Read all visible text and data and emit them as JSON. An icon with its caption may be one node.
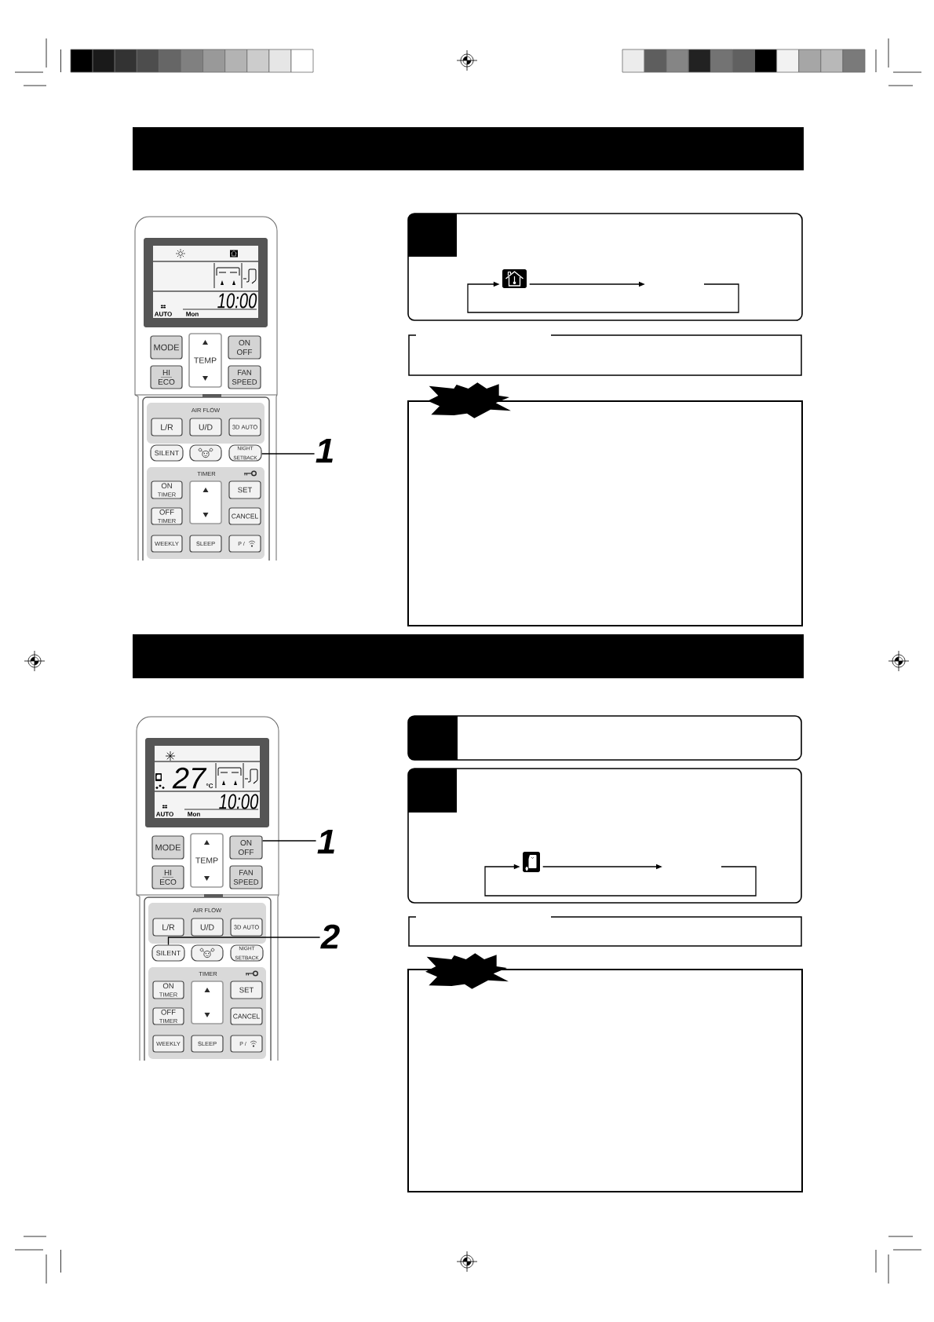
{
  "diagram": {
    "nodes": [
      {
        "text": [],
        "shape": "bar"
      },
      {
        "text": [],
        "shape": "box"
      },
      {
        "text": [
          "10:00",
          "AUTO",
          "Mon"
        ],
        "in": 1
      },
      {
        "text": [
          "MODE"
        ],
        "in": 1
      },
      {
        "text": [
          "TEMP"
        ],
        "in": 1
      },
      {
        "text": [
          "ON OFF"
        ],
        "in": 1
      },
      {
        "text": [
          "HI ECO"
        ],
        "in": 1
      },
      {
        "text": [
          "FAN SPEED"
        ],
        "in": 1
      },
      {
        "text": [
          "AIR FLOW"
        ],
        "in": 1
      },
      {
        "text": [
          "L/R"
        ],
        "in": 8
      },
      {
        "text": [
          "U/D"
        ],
        "in": 8
      },
      {
        "text": [
          "3D AUTO"
        ],
        "in": 8
      },
      {
        "text": [
          "SILENT"
        ],
        "in": 1
      },
      {
        "text": [],
        "shape": "box",
        "in": 1
      },
      {
        "text": [
          "NIGHT SETBACK"
        ],
        "in": 1
      },
      {
        "text": [
          "TIMER"
        ],
        "in": 1
      },
      {
        "text": [
          "ON",
          "TIMER"
        ],
        "in": 15
      },
      {
        "text": [],
        "shape": "box",
        "in": 15
      },
      {
        "text": [
          "SET"
        ],
        "in": 15
      },
      {
        "text": [
          "OFF",
          "TIMER"
        ],
        "in": 15
      },
      {
        "text": [
          "CANCEL"
        ],
        "in": 15
      },
      {
        "text": [
          "WEEKLY"
        ],
        "in": 15
      },
      {
        "text": [
          "SLEEP"
        ],
        "in": 15
      },
      {
        "text": [
          "P /"
        ],
        "in": 15
      },
      {
        "text": [
          "1"
        ]
      },
      {
        "text": [],
        "shape": "box"
      },
      {
        "text": [],
        "shape": "picture",
        "in": 25
      },
      {
        "text": [],
        "shape": "box"
      },
      {
        "text": [],
        "shape": "bar"
      },
      {
        "text": [],
        "shape": "box"
      },
      {
        "text": [
          "27",
          "°C",
          "10:00",
          "AUTO",
          "Mon"
        ],
        "in": 29
      },
      {
        "text": [
          "MODE"
        ],
        "in": 29
      },
      {
        "text": [
          "TEMP"
        ],
        "in": 29
      },
      {
        "text": [
          "ON OFF"
        ],
        "in": 29
      },
      {
        "text": [
          "HI ECO"
        ],
        "in": 29
      },
      {
        "text": [
          "FAN SPEED"
        ],
        "in": 29
      },
      {
        "text": [
          "AIR FLOW"
        ],
        "in": 29
      },
      {
        "text": [
          "L/R"
        ],
        "in": 36
      },
      {
        "text": [
          "U/D"
        ],
        "in": 36
      },
      {
        "text": [
          "3D AUTO"
        ],
        "in": 36
      },
      {
        "text": [
          "SILENT"
        ],
        "in": 29
      },
      {
        "text": [],
        "shape": "box",
        "in": 29
      },
      {
        "text": [
          "NIGHT SETBACK"
        ],
        "in": 29
      },
      {
        "text": [
          "TIMER"
        ],
        "in": 29
      },
      {
        "text": [
          "ON",
          "TIMER"
        ],
        "in": 43
      },
      {
        "text": [],
        "shape": "box",
        "in": 43
      },
      {
        "text": [
          "SET"
        ],
        "in": 43
      },
      {
        "text": [
          "OFF",
          "TIMER"
        ],
        "in": 43
      },
      {
        "text": [
          "CANCEL"
        ],
        "in": 43
      },
      {
        "text": [
          "WEEKLY"
        ],
        "in": 43
      },
      {
        "text": [
          "SLEEP"
        ],
        "in": 43
      },
      {
        "text": [
          "P /"
        ],
        "in": 43
      },
      {
        "text": [
          "1"
        ]
      },
      {
        "text": [
          "2"
        ]
      },
      {
        "text": [],
        "shape": "box"
      },
      {
        "text": [],
        "shape": "box"
      },
      {
        "text": [],
        "shape": "picture",
        "in": 55
      },
      {
        "text": [],
        "shape": "box"
      }
    ],
    "edges": [
      {
        "from": 24,
        "to": 14,
        "arrow": "none"
      },
      {
        "from": null,
        "to": 26,
        "arrow": "to"
      },
      {
        "from": 26,
        "to": null,
        "arrow": "to"
      },
      {
        "from": 52,
        "to": 33,
        "arrow": "none"
      },
      {
        "from": 53,
        "to": 40,
        "arrow": "none"
      },
      {
        "from": null,
        "to": 56,
        "arrow": "to"
      },
      {
        "from": 56,
        "to": null,
        "arrow": "to"
      }
    ]
  }
}
